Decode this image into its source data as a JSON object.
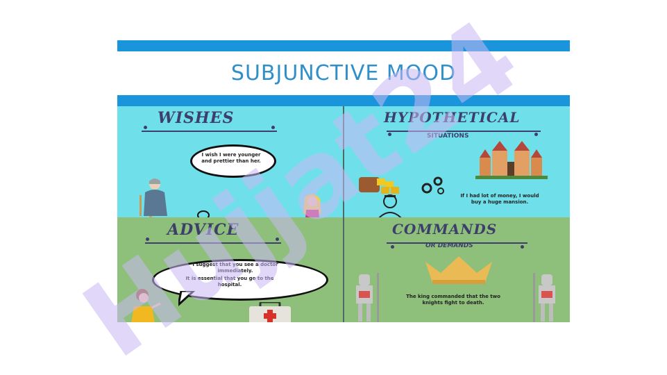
{
  "poster": {
    "title": "SUBJUNCTIVE MOOD",
    "colors": {
      "accent_bar": "#1a95dc",
      "title_text": "#2f8fc9",
      "top_panels": "#6fe0ea",
      "bottom_panels": "#8ec07c",
      "heading": "#3e3e6a"
    }
  },
  "wishes": {
    "heading": "WISHES",
    "text": "I wish I were younger and prettier than her."
  },
  "hypothetical": {
    "heading": "HYPOTHETICAL",
    "subheading": "SITUATIONS",
    "text": "If I had lot of money, I would buy a huge mansion."
  },
  "advice": {
    "heading": "ADVICE",
    "text_line1": "I suggest that you see a doctor immediately.",
    "text_line2": "It is essential that you go to the hospital."
  },
  "commands": {
    "heading": "COMMANDS",
    "subheading": "OR DEMANDS",
    "text": "The king commanded that the two knights fight to death."
  },
  "watermark": {
    "text": "Hujjat24",
    "color": "#c9b8f4"
  }
}
